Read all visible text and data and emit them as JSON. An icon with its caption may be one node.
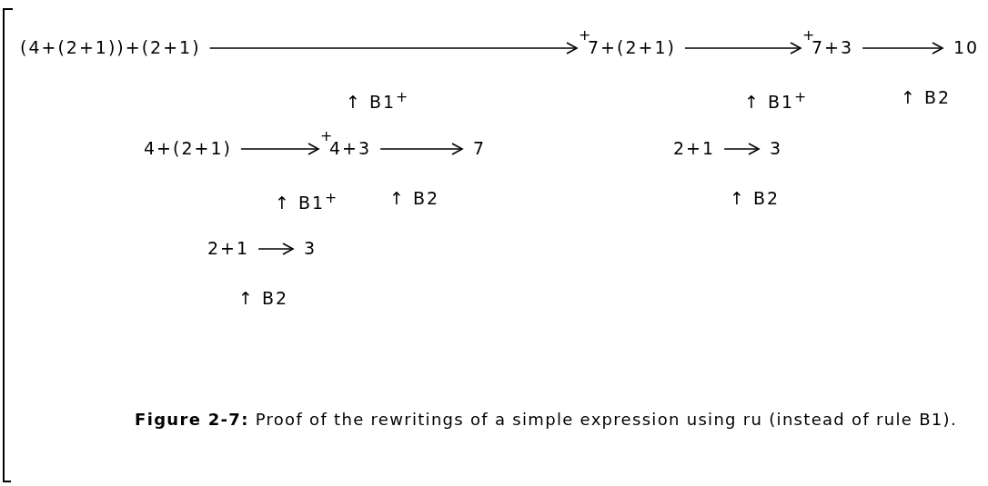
{
  "diagram": {
    "caption": "**Figure 2-7:** Proof of the rewritings of a simple expression using ru (instead of rule B1).",
    "nodes": [
      {
        "text": [
          "(4+(2+1))+(2+1)"
        ]
      },
      {
        "text": [
          "7+(2+1)"
        ]
      },
      {
        "text": [
          "7+3"
        ]
      },
      {
        "text": [
          "10"
        ]
      },
      {
        "text": [
          "4+(2+1)"
        ]
      },
      {
        "text": [
          "4+3"
        ]
      },
      {
        "text": [
          "7"
        ]
      },
      {
        "text": [
          "2+1"
        ]
      },
      {
        "text": [
          "3"
        ]
      },
      {
        "text": [
          "2+1"
        ]
      },
      {
        "text": [
          "3"
        ]
      }
    ],
    "edges": [
      {
        "from": 0,
        "to": 1,
        "arrow": "to",
        "label": "+"
      },
      {
        "from": 1,
        "to": 2,
        "arrow": "to",
        "label": "+"
      },
      {
        "from": 2,
        "to": 3,
        "arrow": "to"
      },
      {
        "from": 4,
        "to": 5,
        "arrow": "to",
        "label": "+"
      },
      {
        "from": 5,
        "to": 6,
        "arrow": "to"
      },
      {
        "from": 7,
        "to": 8,
        "arrow": "to"
      },
      {
        "from": 9,
        "to": 10,
        "arrow": "to"
      }
    ],
    "labels": [
      "↑ B1$^{+}$",
      "↑ B1$^{+}$",
      "↑ B2",
      "↑ B1$^{+}$",
      "↑ B2",
      "↑ B2",
      "↑ B2"
    ]
  }
}
